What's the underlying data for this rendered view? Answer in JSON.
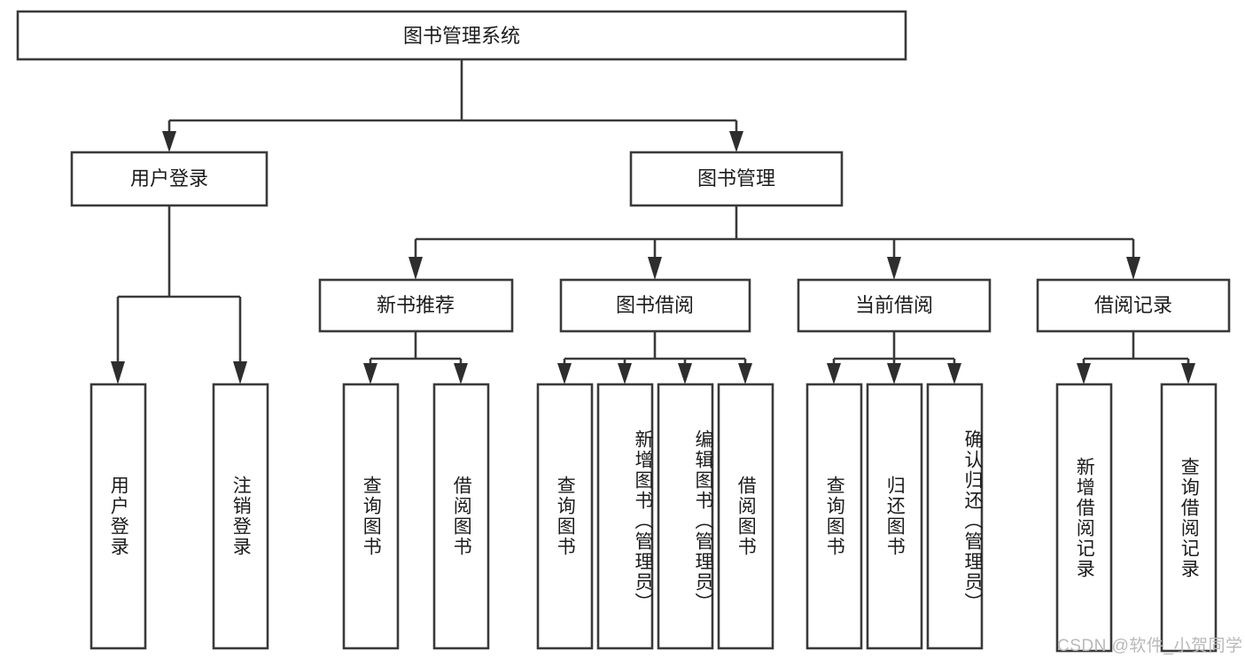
{
  "diagram": {
    "title": "图书管理系统",
    "type": "hierarchy-tree",
    "root": {
      "label": "图书管理系统",
      "children": [
        {
          "label": "用户登录",
          "children": [
            {
              "label": "用户登录"
            },
            {
              "label": "注销登录"
            }
          ]
        },
        {
          "label": "图书管理",
          "children": [
            {
              "label": "新书推荐",
              "children": [
                {
                  "label": "查询图书"
                },
                {
                  "label": "借阅图书"
                }
              ]
            },
            {
              "label": "图书借阅",
              "children": [
                {
                  "label": "查询图书"
                },
                {
                  "label": "新增图书（管理员）"
                },
                {
                  "label": "编辑图书（管理员）"
                },
                {
                  "label": "借阅图书"
                }
              ]
            },
            {
              "label": "当前借阅",
              "children": [
                {
                  "label": "查询图书"
                },
                {
                  "label": "归还图书"
                },
                {
                  "label": "确认归还（管理员）"
                }
              ]
            },
            {
              "label": "借阅记录",
              "children": [
                {
                  "label": "新增借阅记录"
                },
                {
                  "label": "查询借阅记录"
                }
              ]
            }
          ]
        }
      ]
    }
  },
  "labels": {
    "root": "图书管理系统",
    "user_login": "用户登录",
    "book_manage": "图书管理",
    "new_book_rec": "新书推荐",
    "book_borrow": "图书借阅",
    "current_borrow": "当前借阅",
    "borrow_record": "借阅记录",
    "leaf_user_login": "用户登录",
    "leaf_logout": "注销登录",
    "leaf_query_book_1": "查询图书",
    "leaf_borrow_book_1": "借阅图书",
    "leaf_query_book_2": "查询图书",
    "leaf_add_book_admin": "新增图书（管理员）",
    "leaf_edit_book_admin": "编辑图书（管理员）",
    "leaf_borrow_book_2": "借阅图书",
    "leaf_query_book_3": "查询图书",
    "leaf_return_book": "归还图书",
    "leaf_confirm_return_admin": "确认归还（管理员）",
    "leaf_add_record": "新增借阅记录",
    "leaf_query_record": "查询借阅记录"
  },
  "watermark": {
    "text": "CSDN @软件_小贺同学"
  },
  "colors": {
    "stroke": "#3a3a3a",
    "text": "#1c1c1c",
    "background": "#ffffff",
    "watermark": "#b9b9b9"
  }
}
